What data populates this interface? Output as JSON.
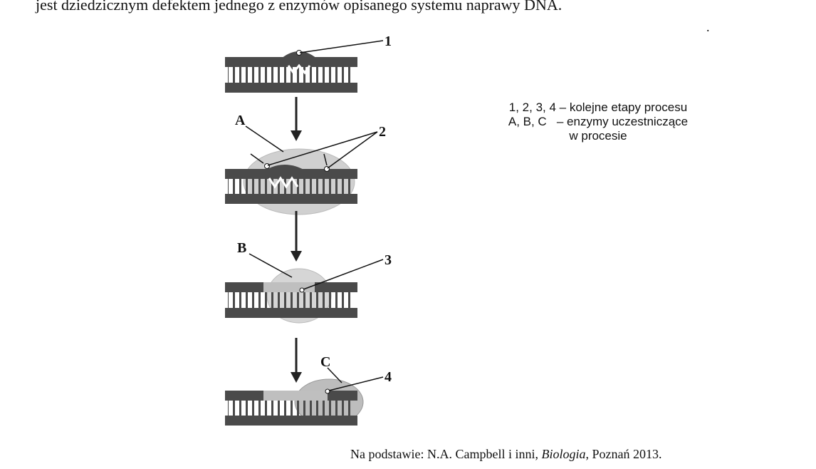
{
  "intro_text": "jest dziedzicznym defektem jednego z enzymów opisanego systemu naprawy DNA.",
  "trailing_dot": ".",
  "diagram": {
    "step_labels": [
      "1",
      "2",
      "3",
      "4"
    ],
    "enzyme_labels": [
      "A",
      "B",
      "C"
    ]
  },
  "legend": {
    "line1": "1, 2, 3, 4 – kolejne etapy procesu",
    "line2": "A, B, C   – enzymy uczestniczące",
    "line3": "w procesie"
  },
  "source": {
    "prefix": "Na podstawie: N.A. Campbell i inni, ",
    "title": "Biologia",
    "suffix": ", Poznań 2013."
  },
  "colors": {
    "dna_strand": "#4a4a4a",
    "enzyme_a": "#d0d0d0",
    "enzyme_b": "#d6d6d6",
    "enzyme_c": "#bdbdbd",
    "arrow": "#222222"
  }
}
